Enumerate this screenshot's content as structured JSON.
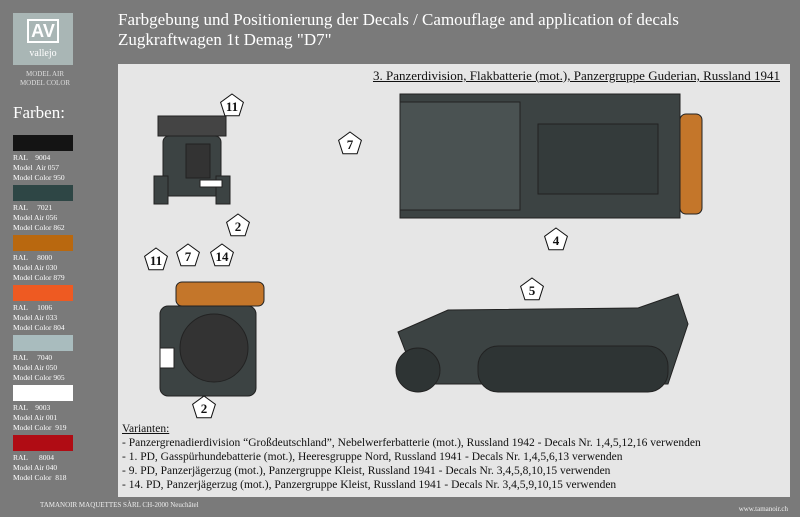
{
  "sidebar": {
    "logo_text": "AV",
    "logo_sub": "vallejo",
    "brand_line1": "MODEL AIR",
    "brand_line2": "MODEL COLOR",
    "heading": "Farben:",
    "colors": [
      {
        "hex": "#141414",
        "text": "RAL    9004\nModel  Air 057\nModel Color 950"
      },
      {
        "hex": "#2e4645",
        "text": "RAL     7021\nModel Air 056\nModel Color 862"
      },
      {
        "hex": "#b9680f",
        "text": "RAL     8000\nModel Air 030\nModel Color 879"
      },
      {
        "hex": "#ee5a22",
        "text": "RAL     1006\nModel Air 033\nModel Color 804"
      },
      {
        "hex": "#a9bcbe",
        "text": "RAL     7040\nModel Air 050\nModel Color 905"
      },
      {
        "hex": "#ffffff",
        "text": "RAL    9003\nModel Air 001\nModel Color  919"
      },
      {
        "hex": "#b00c14",
        "text": "RAL      8004\nModel Air 040\nModel Color  818"
      }
    ]
  },
  "header": {
    "line1": "Farbgebung und Positionierung der Decals  /  Camouflage and application of decals",
    "line2": "Zugkraftwagen 1t Demag \"D7\""
  },
  "panel": {
    "heading": "3. Panzerdivision, Flakbatterie (mot.), Panzergruppe Guderian, Russland 1941",
    "callouts": [
      "11",
      "7",
      "2",
      "4",
      "11",
      "7",
      "14",
      "5",
      "2"
    ],
    "variants_title": "Varianten:",
    "variants": [
      "- Panzergrenadierdivision “Großdeutschland”, Nebelwerferbatterie (mot.), Russland 1942 - Decals Nr. 1,4,5,12,16 verwenden",
      "- 1. PD, Gasspürhundebatterie (mot.), Heeresgruppe Nord, Russland 1941 - Decals Nr. 1,4,5,6,13 verwenden",
      "- 9. PD, Panzerjägerzug (mot.), Panzergruppe Kleist, Russland 1941 - Decals Nr. 3,4,5,8,10,15 verwenden",
      "- 14. PD, Panzerjägerzug (mot.), Panzergruppe Kleist, Russland 1941 - Decals Nr. 3,4,5,9,10,15 verwenden"
    ]
  },
  "footer": {
    "company": "TAMANOIR  MAQUETTES  SÀRL     CH-2000 Neuchâtel",
    "website": "www.tamanoir.ch"
  }
}
